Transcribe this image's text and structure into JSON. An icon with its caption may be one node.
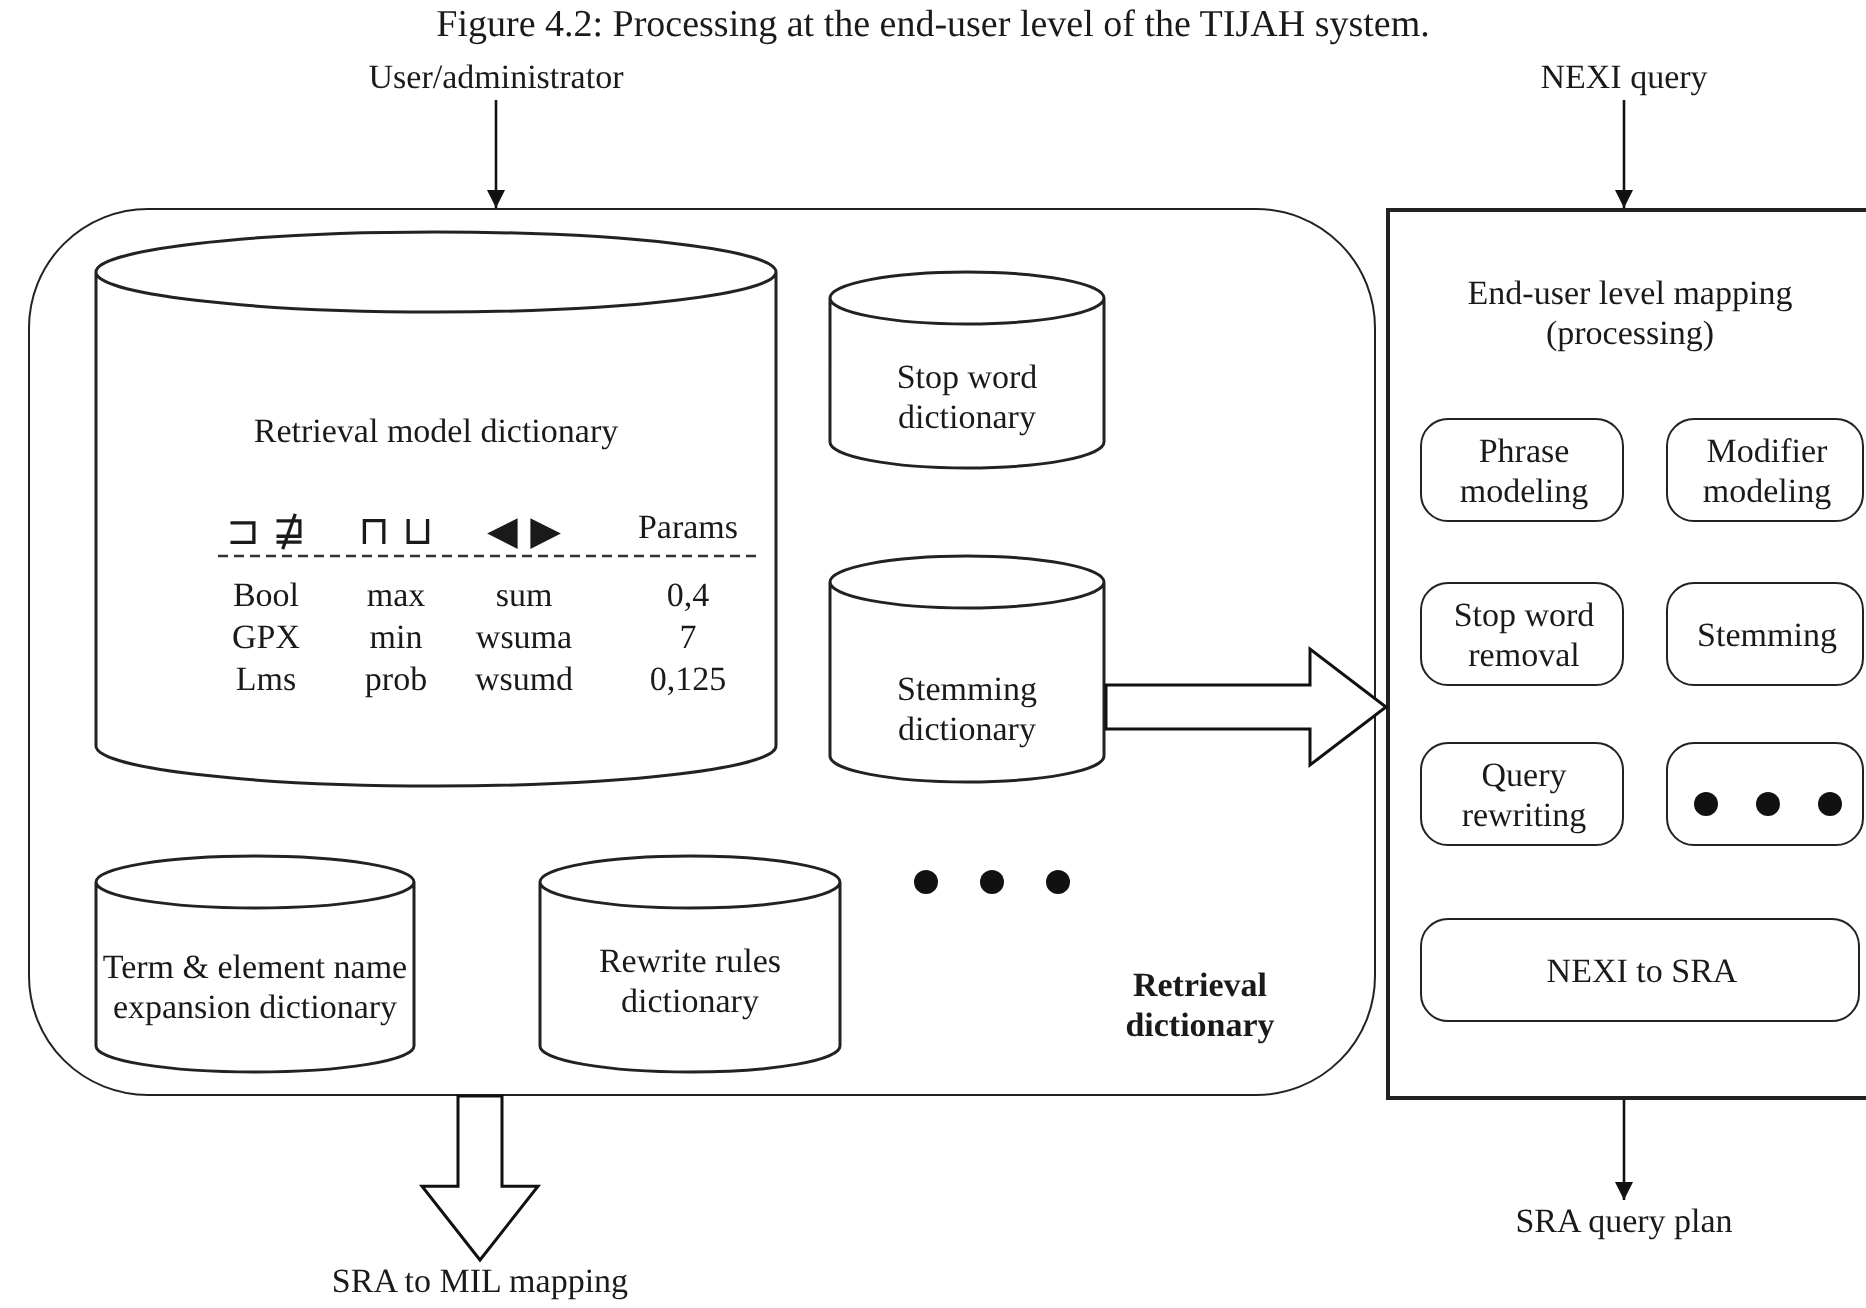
{
  "diagram": {
    "title": "Figure 4.2: Processing at the end-user level of the TIJAH system.",
    "nodes": [
      {
        "text": [
          "User/administrator"
        ]
      },
      {
        "text": [
          "NEXI query"
        ]
      },
      {
        "text": [
          "Retrieval dictionary"
        ]
      },
      {
        "text": [
          "Retrieval model dictionary"
        ],
        "in": 2
      },
      {
        "text": [
          "Stop word dictionary"
        ],
        "in": 2
      },
      {
        "text": [
          "Stemming dictionary"
        ],
        "in": 2
      },
      {
        "text": [
          "Term & element name expansion dictionary"
        ],
        "in": 2
      },
      {
        "text": [
          "Rewrite rules dictionary"
        ],
        "in": 2
      },
      {
        "text": [
          "End-user level mapping (processing)"
        ]
      },
      {
        "text": [
          "Phrase modeling"
        ],
        "in": 8
      },
      {
        "text": [
          "Modifier modeling"
        ],
        "in": 8
      },
      {
        "text": [
          "Stop word removal"
        ],
        "in": 8
      },
      {
        "text": [
          "Stemming"
        ],
        "in": 8
      },
      {
        "text": [
          "Query rewriting"
        ],
        "in": 8
      },
      {
        "text": [],
        "shape": "box",
        "in": 8
      },
      {
        "text": [
          "NEXI to SRA"
        ],
        "in": 8
      },
      {
        "text": [
          "SRA to MIL mapping"
        ]
      },
      {
        "text": [
          "SRA query plan"
        ]
      }
    ],
    "edges": [
      {
        "from": 0,
        "to": 2,
        "arrow": "to"
      },
      {
        "from": 1,
        "to": 8,
        "arrow": "to"
      },
      {
        "from": 5,
        "to": 8,
        "arrow": "to",
        "style": "thick"
      },
      {
        "from": 2,
        "to": 16,
        "arrow": "to",
        "style": "thick"
      },
      {
        "from": 8,
        "to": 17,
        "arrow": "to"
      }
    ],
    "labels": [
      "⊐ ⋣",
      "⊓ ⊔",
      "◀ ▶",
      "Params",
      "Bool",
      "max",
      "sum",
      "0,4",
      "GPX",
      "min",
      "wsuma",
      "7",
      "Lms",
      "prob",
      "wsumd",
      "0,125"
    ]
  }
}
